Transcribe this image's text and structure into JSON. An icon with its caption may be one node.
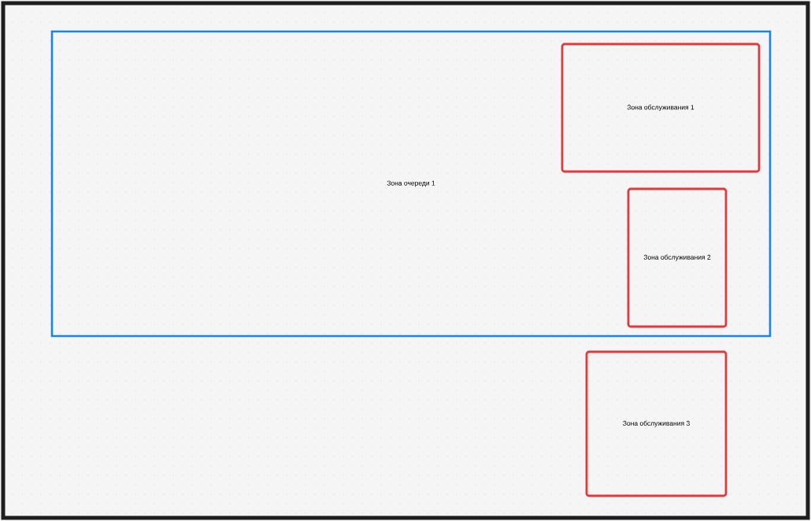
{
  "diagram": {
    "nodes": [
      {
        "text": [
          "Зона очереди 1"
        ]
      },
      {
        "text": [
          "Зона обслуживания 1"
        ],
        "in": 0
      },
      {
        "text": [
          "Зона обслуживания 2"
        ],
        "in": 0
      },
      {
        "text": [
          "Зона обслуживания 3"
        ]
      }
    ]
  }
}
